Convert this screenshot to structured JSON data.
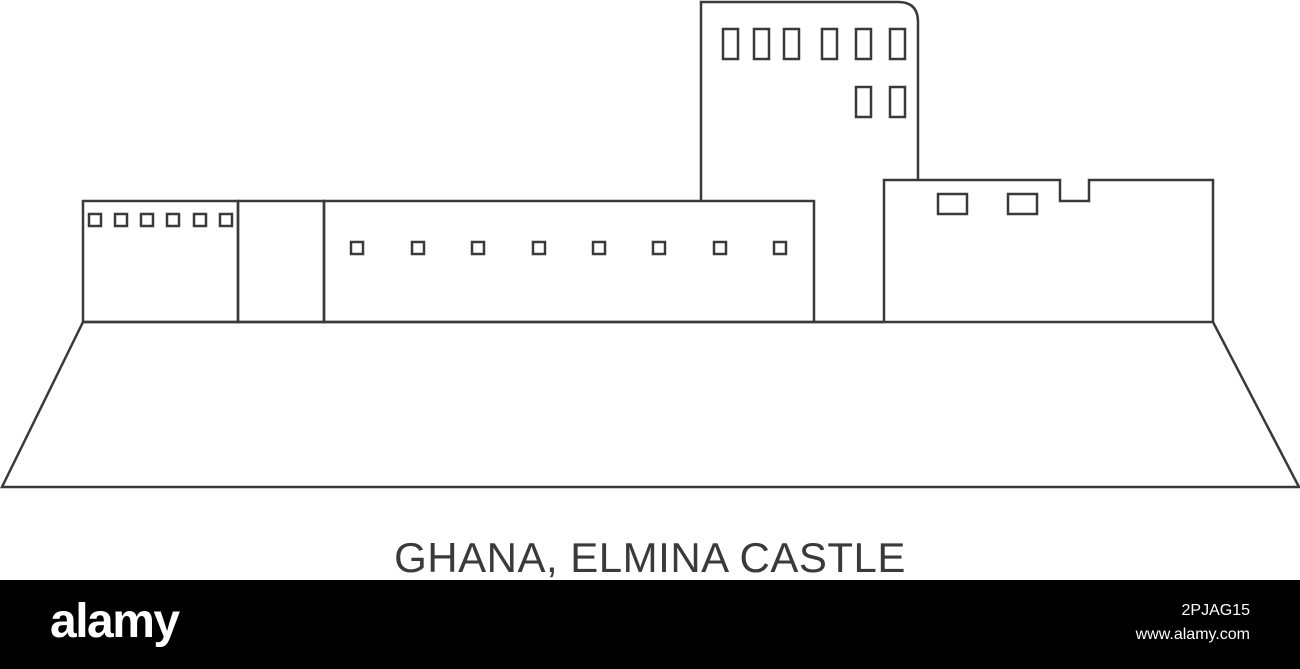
{
  "caption": {
    "title": "GHANA, ELMINA CASTLE"
  },
  "watermark": {
    "brand": "alamy",
    "image_id": "2PJAG15",
    "site": "www.alamy.com"
  },
  "colors": {
    "line": "#3a3a3a",
    "background": "#ffffff",
    "bar": "#000000",
    "bar_text": "#ffffff"
  },
  "illustration": {
    "icon": "elmina-castle-line-icon"
  }
}
